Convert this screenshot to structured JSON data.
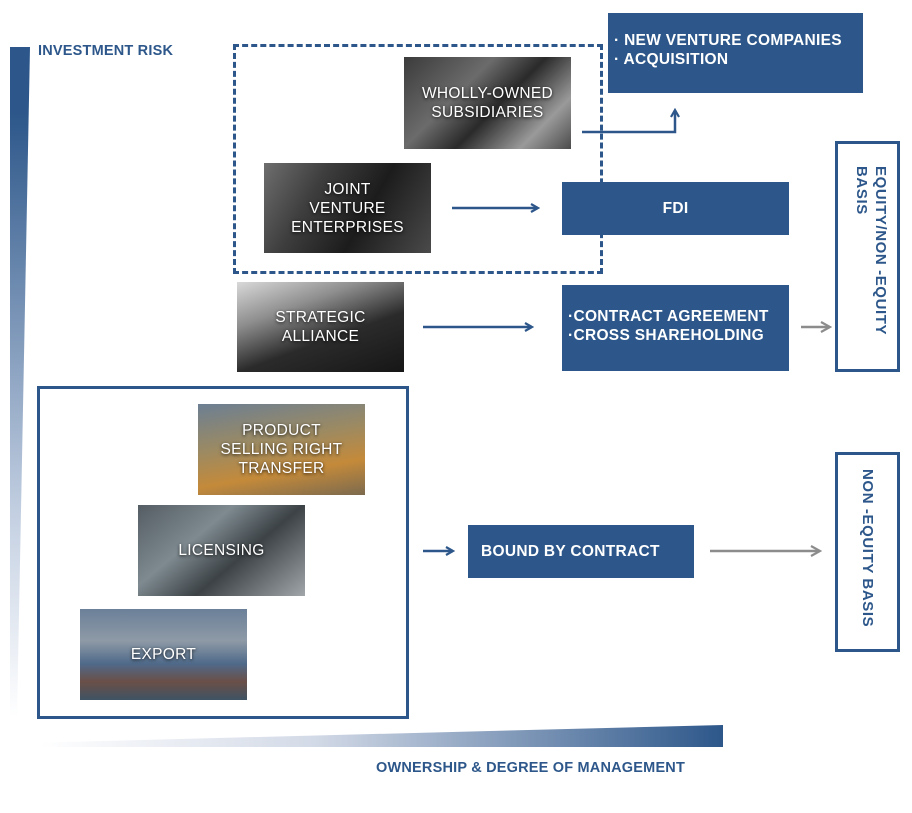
{
  "axes": {
    "y_label": "INVESTMENT RISK",
    "x_label": "OWNERSHIP & DEGREE OF MANAGEMENT"
  },
  "entry_modes": {
    "wholly_owned": "WHOLLY-OWNED\nSUBSIDIARIES",
    "joint_venture": "JOINT\nVENTURE\nENTERPRISES",
    "strategic_alliance": "STRATEGIC\nALLIANCE",
    "product_selling_right": "PRODUCT\nSELLING RIGHT\nTRANSFER",
    "licensing": "LICENSING",
    "export": "EXPORT"
  },
  "outcomes": {
    "new_venture_line1": "· NEW VENTURE COMPANIES",
    "new_venture_line2": "· ACQUISITION",
    "fdi": "FDI",
    "contract_line1": "·CONTRACT AGREEMENT",
    "contract_line2": "·CROSS SHAREHOLDING",
    "bound_by_contract": "BOUND BY CONTRACT"
  },
  "bases": {
    "equity": "EQUITY/NON -EQUITY BASIS",
    "non_equity": "NON -EQUITY BASIS"
  },
  "colors": {
    "primary_blue": "#2d578a",
    "arrow_gray": "#8c8c8c"
  }
}
